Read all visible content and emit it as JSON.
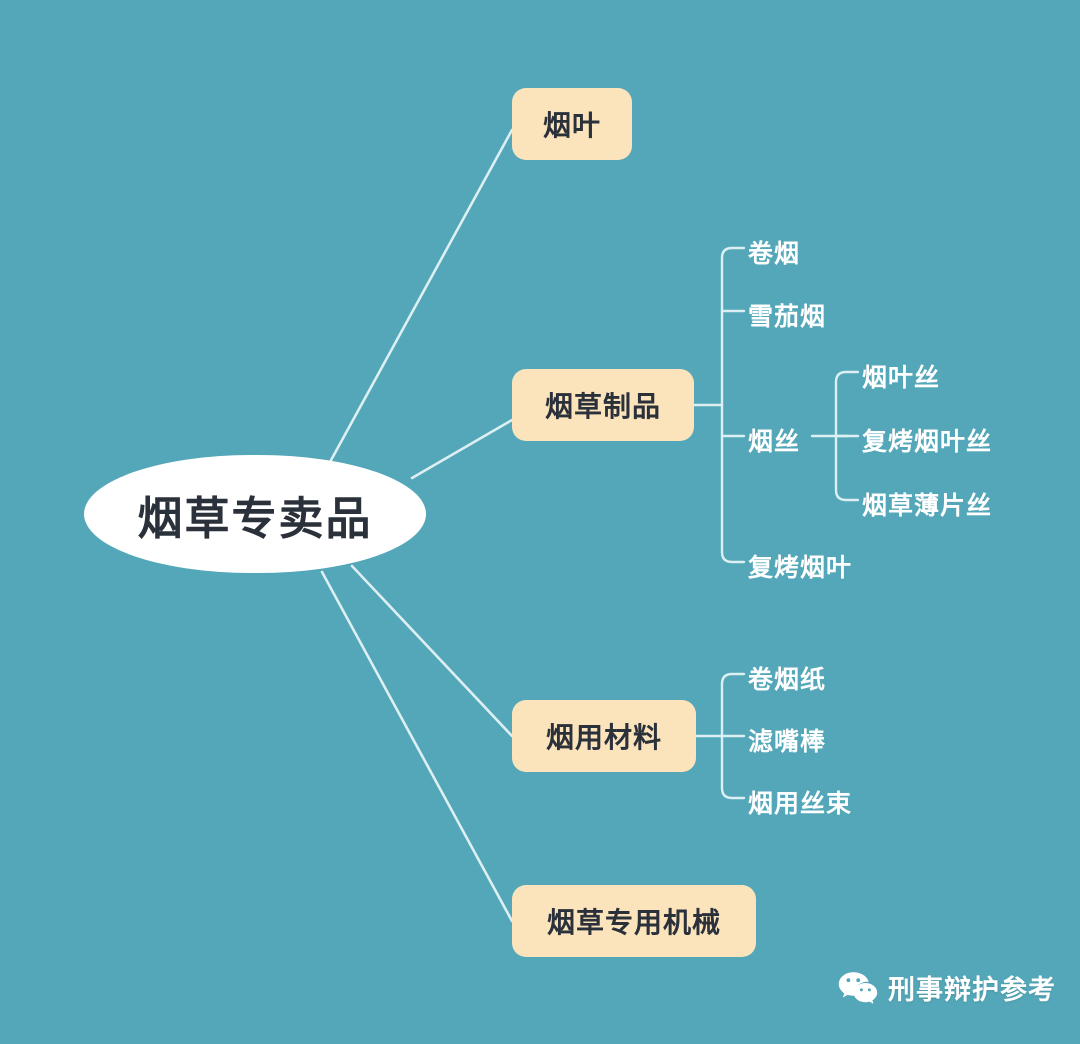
{
  "theme": {
    "background": "#53A7B8",
    "root_fill": "#FFFFFF",
    "root_text": "#2B313A",
    "branch_fill": "#FBE3BC",
    "branch_text": "#2B313A",
    "leaf_text": "#FFFFFF",
    "connector": "#DCEFF3"
  },
  "mindmap": {
    "root": {
      "label": "烟草专卖品"
    },
    "branches": [
      {
        "label": "烟叶",
        "children": []
      },
      {
        "label": "烟草制品",
        "children": [
          {
            "label": "卷烟",
            "children": []
          },
          {
            "label": "雪茄烟",
            "children": []
          },
          {
            "label": "烟丝",
            "children": [
              {
                "label": "烟叶丝"
              },
              {
                "label": "复烤烟叶丝"
              },
              {
                "label": "烟草薄片丝"
              }
            ]
          },
          {
            "label": "复烤烟叶",
            "children": []
          }
        ]
      },
      {
        "label": "烟用材料",
        "children": [
          {
            "label": "卷烟纸",
            "children": []
          },
          {
            "label": "滤嘴棒",
            "children": []
          },
          {
            "label": "烟用丝束",
            "children": []
          }
        ]
      },
      {
        "label": "烟草专用机械",
        "children": []
      }
    ]
  },
  "watermark": {
    "icon": "wechat-icon",
    "text": "刑事辩护参考"
  }
}
